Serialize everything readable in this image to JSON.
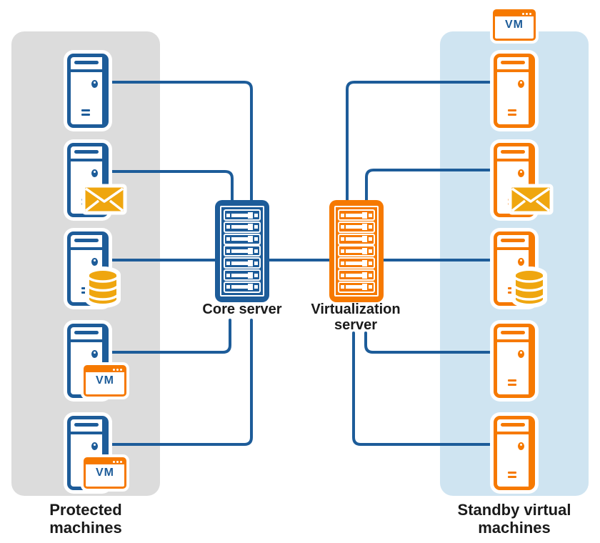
{
  "diagram": {
    "left_panel": {
      "label": "Protected machines",
      "bg": "#DCDCDC"
    },
    "right_panel": {
      "label": "Standby virtual machines",
      "bg": "#CFE4F1"
    },
    "core_server": {
      "label": "Core server",
      "color": "#1D5C99",
      "rack_units": 7
    },
    "virtualization_server": {
      "label": "Virtualization server",
      "color": "#F67900",
      "rack_units": 7
    },
    "vm_badge_label": "VM",
    "protected_machines": [
      {
        "name": "protected-machine-1",
        "overlay": "none"
      },
      {
        "name": "protected-machine-2",
        "overlay": "mail"
      },
      {
        "name": "protected-machine-3",
        "overlay": "database"
      },
      {
        "name": "protected-machine-4",
        "overlay": "vm"
      },
      {
        "name": "protected-machine-5",
        "overlay": "vm"
      }
    ],
    "standby_machines": [
      {
        "name": "standby-machine-1",
        "overlay": "none",
        "top_badge": "vm"
      },
      {
        "name": "standby-machine-2",
        "overlay": "mail"
      },
      {
        "name": "standby-machine-3",
        "overlay": "database"
      },
      {
        "name": "standby-machine-4",
        "overlay": "none"
      },
      {
        "name": "standby-machine-5",
        "overlay": "none"
      }
    ],
    "colors": {
      "machine_blue": "#1D5C99",
      "machine_orange": "#F67900",
      "overlay_gold": "#EFA60F",
      "connection_line": "#1D5C99",
      "panel_gray": "#DCDCDC",
      "panel_light_blue": "#CFE4F1",
      "label_text": "#1A1A1A"
    }
  }
}
